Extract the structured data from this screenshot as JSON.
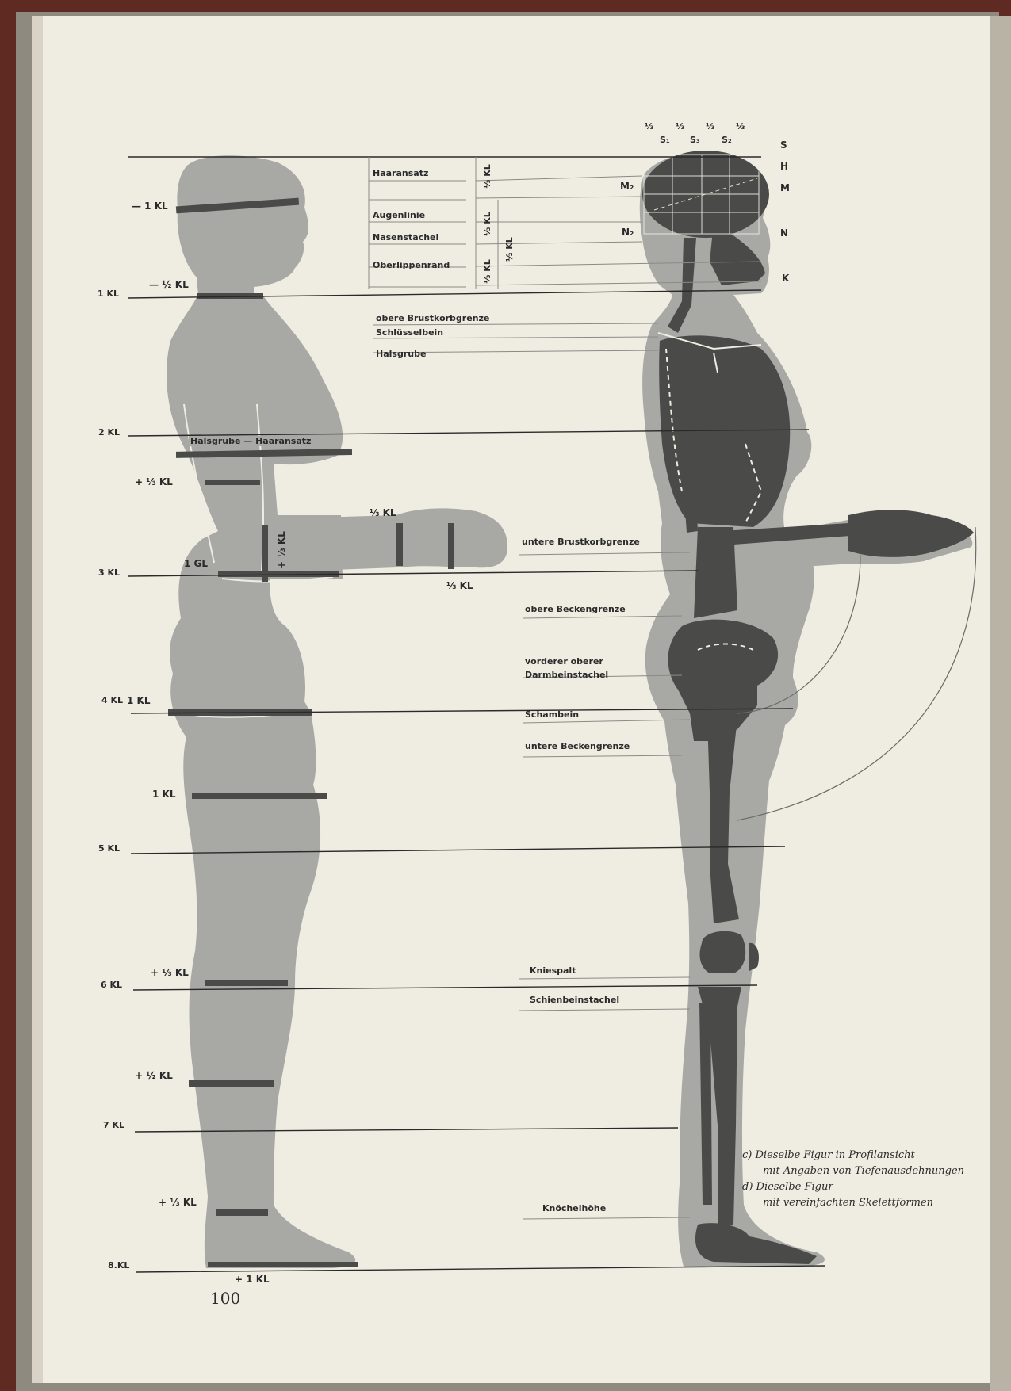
{
  "page_number": "100",
  "scale_labels": [
    "1 KL",
    "2 KL",
    "3 KL",
    "4 KL",
    "5 KL",
    "6 KL",
    "7 KL",
    "8.KL"
  ],
  "measure_labels": {
    "m_head": "— 1 KL",
    "m_neck": "— ½ KL",
    "m_chest": "+ ⅓ KL",
    "m_arm": "+ ⅓ KL",
    "m_wrist": "⅓ KL",
    "m_hand": "⅓ KL",
    "m_waist": "1 GL",
    "m_hip": "1 KL",
    "m_thigh": "1 KL",
    "m_knee": "+ ⅓ KL",
    "m_calf": "+ ½ KL",
    "m_ankle": "+ ⅓ KL",
    "m_foot": "+ 1 KL",
    "halsgrube_haaransatz": "Halsgrube — Haaransatz"
  },
  "head_labels": {
    "haaransatz": "Haaransatz",
    "augenlinie": "Augenlinie",
    "nasenstachel": "Nasenstachel",
    "oberlippenrand": "Oberlippenrand",
    "v1": "⅓ KL",
    "v2": "⅓ KL",
    "v3": "⅓ KL",
    "v4": "½ KL",
    "m2": "M₂",
    "n2": "N₂",
    "s": "S",
    "h": "H",
    "m": "M",
    "n": "N",
    "k": "K",
    "s1": "S₁",
    "s3": "S₃",
    "s2": "S₂",
    "third1": "⅓",
    "third2": "⅓",
    "third3": "⅓",
    "third4": "⅓"
  },
  "landmarks": {
    "obere_brustkorbgrenze": "obere Brustkorbgrenze",
    "schluesselbein": "Schlüsselbein",
    "halsgrube": "Halsgrube",
    "untere_brustkorbgrenze": "untere Brustkorbgrenze",
    "obere_beckengrenze": "obere Beckengrenze",
    "darm1": "vorderer oberer",
    "darm2": "Darmbeinstachel",
    "schambein": "Schambein",
    "untere_beckengrenze": "untere Beckengrenze",
    "kniespalt": "Kniespalt",
    "schienbeinstachel": "Schienbeinstachel",
    "knoechelhoehe": "Knöchelhöhe"
  },
  "caption": {
    "c1": "c)  Dieselbe Figur in Profilansicht",
    "c2": "mit Angaben von Tiefenausdehnungen",
    "d1": "d)  Dieselbe Figur",
    "d2": "mit vereinfachten Skelettformen"
  },
  "colors": {
    "background": "#5e2a22",
    "paper": "#efece2",
    "silhouette": "#a8a8a5",
    "skeleton": "#4a4a48",
    "ink": "#2a2a2a"
  }
}
